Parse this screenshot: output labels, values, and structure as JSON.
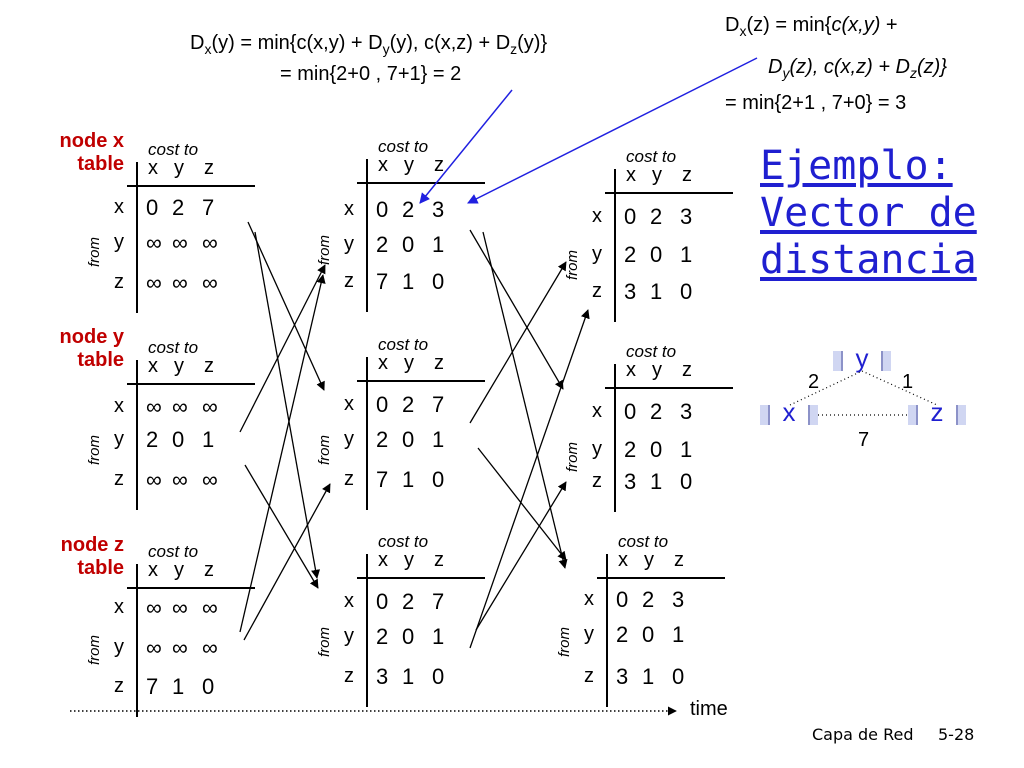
{
  "title": [
    "Ejemplo:",
    "Vector de",
    "distancia"
  ],
  "formulas": {
    "dxy_line1": "D<sub>x</sub>(y) = min{c(x,y) + D<sub>y</sub>(y), c(x,z) + D<sub>z</sub>(y)}",
    "dxy_line2": "= min{2+0 , 7+1} = 2",
    "dxz_line1": "D<sub>x</sub>(z) = min{<i>c(x,y)</i> +",
    "dxz_line2": "D<sub>y</sub>(z), c(x,z) + D<sub>z</sub>(z)}",
    "dxz_line3": "= min{2+1 , 7+0} = 3"
  },
  "labels": {
    "cost_to": "cost to",
    "from": "from",
    "time": "time",
    "node_x_table": [
      "node x",
      "table"
    ],
    "node_y_table": [
      "node y",
      "table"
    ],
    "node_z_table": [
      "node z",
      "table"
    ]
  },
  "header": [
    "x",
    "y",
    "z"
  ],
  "rows": [
    "x",
    "y",
    "z"
  ],
  "tables": {
    "t0_x": [
      [
        "0",
        "2",
        "7"
      ],
      [
        "∞",
        "∞",
        "∞"
      ],
      [
        "∞",
        "∞",
        "∞"
      ]
    ],
    "t0_y": [
      [
        "∞",
        "∞",
        "∞"
      ],
      [
        "2",
        "0",
        "1"
      ],
      [
        "∞",
        "∞",
        "∞"
      ]
    ],
    "t0_z": [
      [
        "∞",
        "∞",
        "∞"
      ],
      [
        "∞",
        "∞",
        "∞"
      ],
      [
        "7",
        "1",
        "0"
      ]
    ],
    "t1_x": [
      [
        "0",
        "2",
        "3"
      ],
      [
        "2",
        "0",
        "1"
      ],
      [
        "7",
        "1",
        "0"
      ]
    ],
    "t1_y": [
      [
        "0",
        "2",
        "7"
      ],
      [
        "2",
        "0",
        "1"
      ],
      [
        "7",
        "1",
        "0"
      ]
    ],
    "t1_z": [
      [
        "0",
        "2",
        "7"
      ],
      [
        "2",
        "0",
        "1"
      ],
      [
        "3",
        "1",
        "0"
      ]
    ],
    "t2_x": [
      [
        "0",
        "2",
        "3"
      ],
      [
        "2",
        "0",
        "1"
      ],
      [
        "3",
        "1",
        "0"
      ]
    ],
    "t2_y": [
      [
        "0",
        "2",
        "3"
      ],
      [
        "2",
        "0",
        "1"
      ],
      [
        "3",
        "1",
        "0"
      ]
    ],
    "t2_z": [
      [
        "0",
        "2",
        "3"
      ],
      [
        "2",
        "0",
        "1"
      ],
      [
        "3",
        "1",
        "0"
      ]
    ]
  },
  "graph": {
    "nodes": [
      "x",
      "y",
      "z"
    ],
    "edges": [
      {
        "from": "x",
        "to": "y",
        "cost": "2"
      },
      {
        "from": "y",
        "to": "z",
        "cost": "1"
      },
      {
        "from": "x",
        "to": "z",
        "cost": "7"
      }
    ]
  },
  "footer": {
    "section": "Capa de Red",
    "page": "5-28"
  },
  "colors": {
    "title": "#1f1fd0",
    "node_title": "#c00000",
    "arrow": "#2020e0",
    "node_fill": "#d0d6f2"
  }
}
